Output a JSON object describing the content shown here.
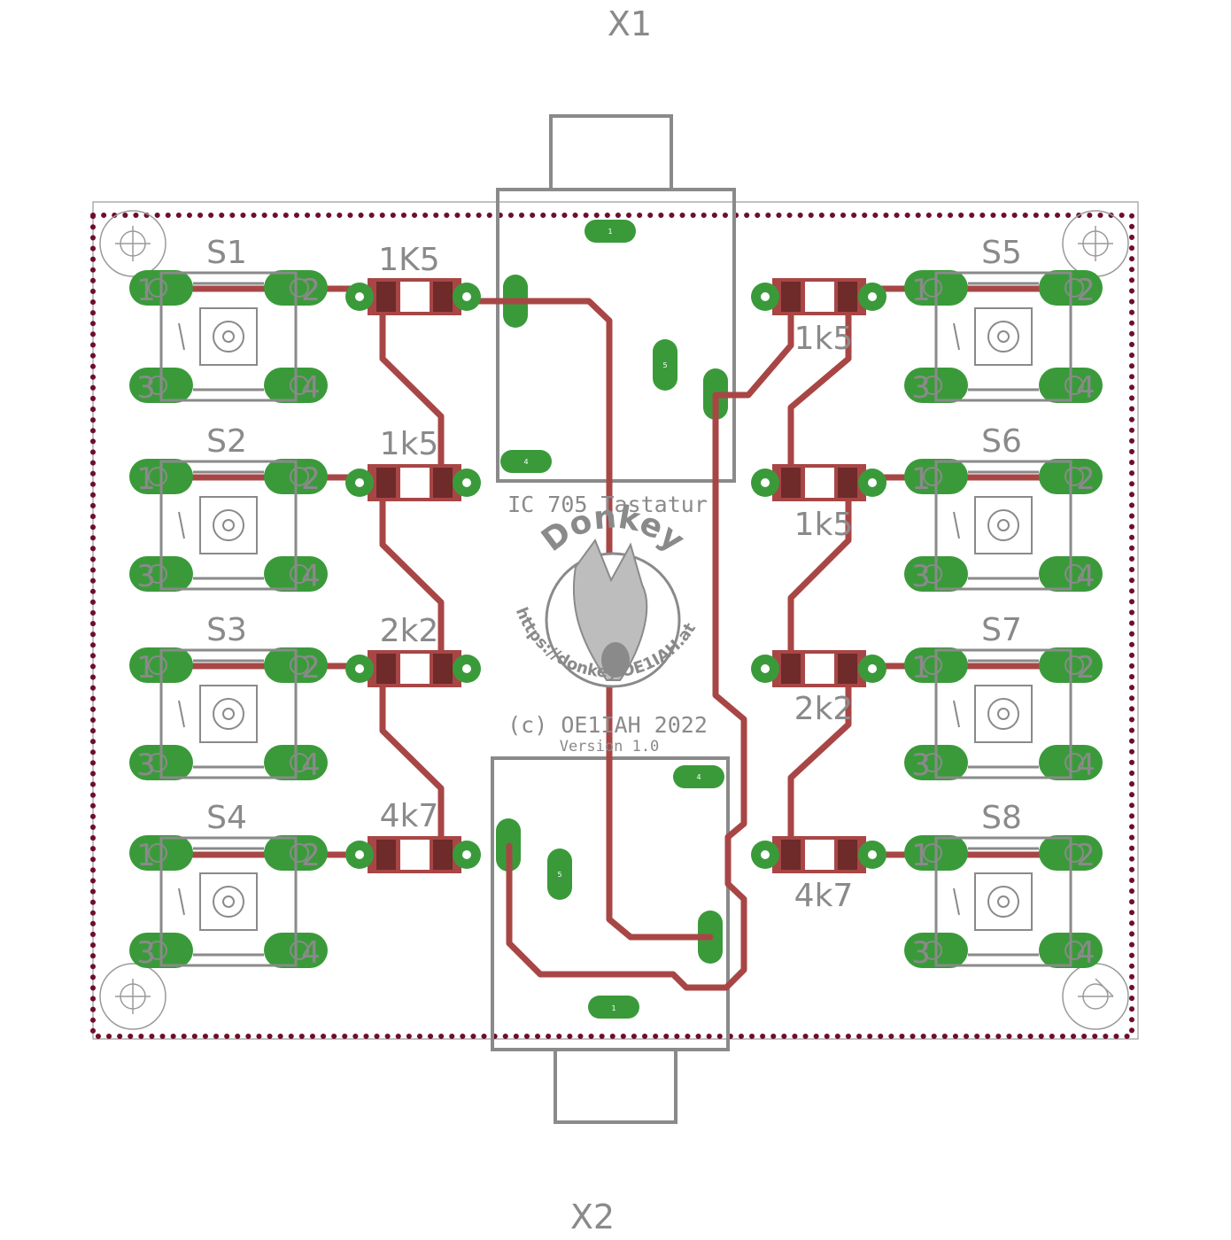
{
  "connectors": {
    "x1": {
      "label": "X1",
      "pins": [
        "1",
        "5",
        "5",
        "4"
      ]
    },
    "x2": {
      "label": "X2",
      "pins": [
        "4",
        "5",
        "5",
        "1"
      ]
    }
  },
  "switches": [
    {
      "label": "S1",
      "pins": [
        "1",
        "2",
        "3",
        "4"
      ]
    },
    {
      "label": "S2",
      "pins": [
        "1",
        "2",
        "3",
        "4"
      ]
    },
    {
      "label": "S3",
      "pins": [
        "1",
        "2",
        "3",
        "4"
      ]
    },
    {
      "label": "S4",
      "pins": [
        "1",
        "2",
        "3",
        "4"
      ]
    },
    {
      "label": "S5",
      "pins": [
        "1",
        "2",
        "3",
        "4"
      ]
    },
    {
      "label": "S6",
      "pins": [
        "1",
        "2",
        "3",
        "4"
      ]
    },
    {
      "label": "S7",
      "pins": [
        "1",
        "2",
        "3",
        "4"
      ]
    },
    {
      "label": "S8",
      "pins": [
        "1",
        "2",
        "3",
        "4"
      ]
    }
  ],
  "resistors_left": [
    "1K5",
    "1k5",
    "2k2",
    "4k7"
  ],
  "resistors_right": [
    "1k5",
    "1k5",
    "2k2",
    "4k7"
  ],
  "board_text": {
    "title": "IC 705 Tastatur",
    "copyright": "(c) OE1IAH 2022",
    "version": "Version 1.0",
    "logo_brand": "Donkey",
    "logo_url": "https://donkey.OE1IAH.at"
  },
  "colors": {
    "copper_trace": "#a84646",
    "pad": "#3a9a3a",
    "silkscreen": "#8a8a8a",
    "via_stitch": "#6e0e2a"
  }
}
